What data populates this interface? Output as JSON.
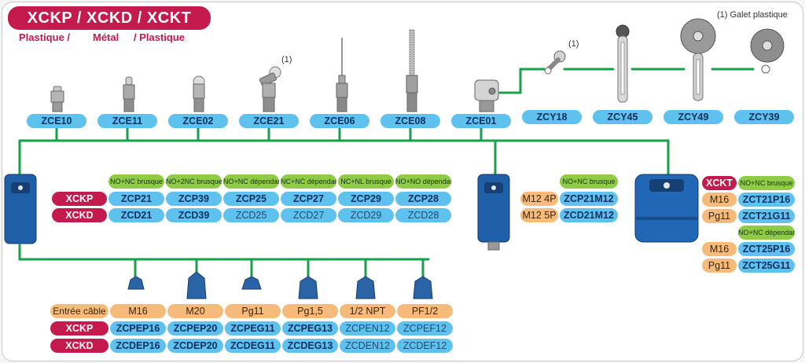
{
  "header": {
    "title": "XCKP / XCKD / XCKT",
    "materials": [
      "Plastique /",
      "Métal",
      "/ Plastique"
    ]
  },
  "notes": {
    "head_note": "(1)",
    "lever_note": "(1)",
    "roller_note": "(1) Galet plastique"
  },
  "heads": [
    "ZCE10",
    "ZCE11",
    "ZCE02",
    "ZCE21",
    "ZCE06",
    "ZCE08",
    "ZCE01"
  ],
  "levers": [
    "ZCY18",
    "ZCY45",
    "ZCY49",
    "ZCY39"
  ],
  "left_table": {
    "contacts": [
      "NO+NC brusque",
      "NO+2NC brusque",
      "NO+NC dépendante",
      "NC+NC dépendante",
      "NC+NL brusque",
      "NO+NO dépendante"
    ],
    "row_labels": [
      "XCKP",
      "XCKD"
    ],
    "xckp": [
      "ZCP21",
      "ZCP39",
      "ZCP25",
      "ZCP27",
      "ZCP29",
      "ZCP28"
    ],
    "xckd": [
      "ZCD21",
      "ZCD39",
      "ZCD25",
      "ZCD27",
      "ZCD29",
      "ZCD28"
    ]
  },
  "middle_table": {
    "contact": "NO+NC brusque",
    "connectors": [
      "M12 4P",
      "M12 5P"
    ],
    "values": [
      "ZCP21M12",
      "ZCD21M12"
    ]
  },
  "right_table": {
    "label": "XCKT",
    "contact1": "NO+NC brusque",
    "entries1": [
      "M16",
      "Pg11"
    ],
    "values1": [
      "ZCT21P16",
      "ZCT21G11"
    ],
    "contact2": "NO+NC dépendante",
    "entries2": [
      "M16",
      "Pg11"
    ],
    "values2": [
      "ZCT25P16",
      "ZCT25G11"
    ]
  },
  "bottom_table": {
    "entry_label": "Entrée câble",
    "entries": [
      "M16",
      "M20",
      "Pg11",
      "Pg1,5",
      "1/2 NPT",
      "PF1/2"
    ],
    "row_labels": [
      "XCKP",
      "XCKD"
    ],
    "xckp": [
      "ZCPEP16",
      "ZCPEP20",
      "ZCPEG11",
      "ZCPEG13",
      "ZCPEN12",
      "ZCPEF12"
    ],
    "xckd": [
      "ZCDEP16",
      "ZCDEP20",
      "ZCDEG11",
      "ZCDEG13",
      "ZCDEN12",
      "ZCDEF12"
    ]
  },
  "colors": {
    "accent_red": "#c41a4e",
    "cell_blue": "#5fc1ee",
    "contact_green": "#8fcb45",
    "entry_orange": "#f6bb7a",
    "wire_green": "#17a248",
    "body_blue": "#1f5fa8"
  }
}
